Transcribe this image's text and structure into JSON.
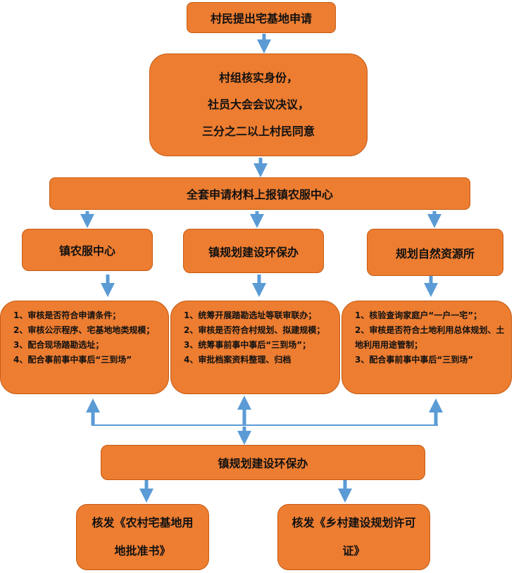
{
  "step1": "村民提出宅基地申请",
  "step2": [
    "村组核实身份，",
    "社员大会会议决议，",
    "三分之二以上村民同意"
  ],
  "step3": "全套申请材料上报镇农服中心",
  "departments": [
    {
      "name": "镇农服中心",
      "tasks": [
        "1、审核是否符合申请条件；",
        "2、审核公示程序、宅基地地类规模；",
        "3、配合现场踏勘选址；",
        "4、配合事前事中事后“三到场”"
      ]
    },
    {
      "name": "镇规划建设环保办",
      "tasks": [
        "1、统筹开展踏勘选址等联审联办；",
        "2、审核是否符合村规划、拟建规模；",
        "3、统筹事前事中事后“三到场”；",
        "4、审批档案资料整理、归档"
      ]
    },
    {
      "name": "规划自然资源所",
      "tasks": [
        "1、核验查询家庭户“一户一宅”；",
        "2、审核是否符合土地利用总体规划、土地利用用途管制；",
        "3、配合事前事中事后“三到场”"
      ]
    }
  ],
  "step5": "镇规划建设环保办",
  "outputs": [
    "核发《农村宅基地用地批准书》",
    "核发《乡村建设规划许可证》"
  ],
  "colors": {
    "box": "#ED7D31",
    "border": "#C55A11",
    "arrow": "#5B9BD5"
  }
}
